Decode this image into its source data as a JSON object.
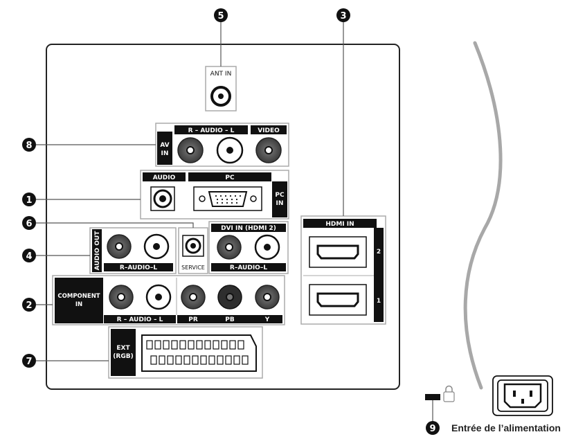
{
  "labels": {
    "ant_in": "ANT IN",
    "av_in_line1": "AV",
    "av_in_line2": "IN",
    "av_audio": "R – AUDIO – L",
    "video": "VIDEO",
    "audio": "AUDIO",
    "pc": "PC",
    "pc_in_line1": "PC",
    "pc_in_line2": "IN",
    "audio_out": "AUDIO OUT",
    "audio_out_rl": "R–AUDIO–L",
    "service": "SERVICE",
    "dvi_in": "DVI IN (HDMI 2)",
    "dvi_rl": "R–AUDIO–L",
    "hdmi_in": "HDMI IN",
    "hdmi_2": "2",
    "hdmi_1": "1",
    "component_line1": "COMPONENT",
    "component_line2": "IN",
    "component_rl": "R – AUDIO – L",
    "pr": "PR",
    "pb": "PB",
    "y": "Y",
    "ext_line1": "EXT",
    "ext_line2": "(RGB)",
    "power_caption": "Entrée de l’alimentation"
  },
  "callouts": {
    "n1": "1",
    "n2": "2",
    "n3": "3",
    "n4": "4",
    "n5": "5",
    "n6": "6",
    "n7": "7",
    "n8": "8",
    "n9": "9"
  },
  "colors": {
    "panel_border": "#222222",
    "label_bg": "#111111",
    "jack_fill": "#555555",
    "cable": "#a8a8a8"
  }
}
